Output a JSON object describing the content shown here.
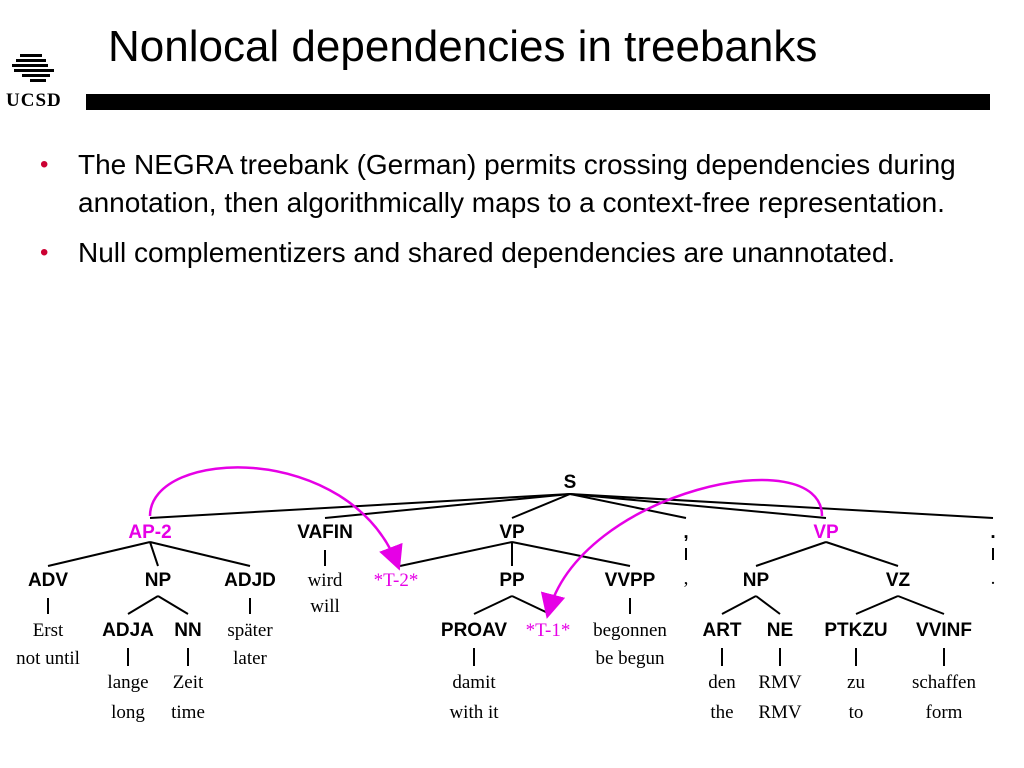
{
  "logo": {
    "text": "UCSD"
  },
  "title": "Nonlocal dependencies in treebanks",
  "bullets": [
    "The NEGRA treebank (German) permits crossing dependencies during annotation, then algorithmically maps to a context-free representation.",
    "Null complementizers and shared dependencies are unannotated."
  ],
  "colors": {
    "accent": "#e600e6",
    "bullet": "#cc0033"
  },
  "tree": {
    "root": "S",
    "ap": "AP-2",
    "vafin": "VAFIN",
    "vp1": "VP",
    "comma_node": ",",
    "vp2": "VP",
    "period_node": ".",
    "adv": "ADV",
    "np1": "NP",
    "adjd": "ADJD",
    "wird": "wird",
    "will": "will",
    "trace2": "*T-2*",
    "pp": "PP",
    "vvpp": "VVPP",
    "comma_word": ",",
    "np2": "NP",
    "vz": "VZ",
    "period_word": ".",
    "erst": "Erst",
    "not_until": "not until",
    "adja": "ADJA",
    "nn": "NN",
    "spaeter": "später",
    "later": "later",
    "proav": "PROAV",
    "trace1": "*T-1*",
    "begonnen": "begonnen",
    "be_begun": "be begun",
    "art": "ART",
    "ne": "NE",
    "ptkzu": "PTKZU",
    "vvinf": "VVINF",
    "lange": "lange",
    "long": "long",
    "zeit": "Zeit",
    "time": "time",
    "damit": "damit",
    "with_it": "with it",
    "den": "den",
    "the": "the",
    "rmv": "RMV",
    "rmv_en": "RMV",
    "zu": "zu",
    "to": "to",
    "schaffen": "schaffen",
    "form": "form"
  }
}
